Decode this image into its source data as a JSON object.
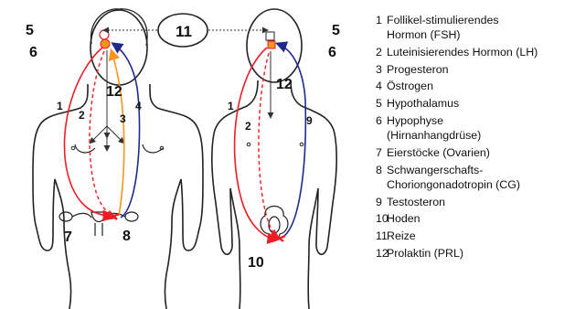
{
  "diagram": {
    "labels": {
      "female_5": "5",
      "female_6": "6",
      "female_12": "12",
      "female_1": "1",
      "female_2": "2",
      "female_3": "3",
      "female_4": "4",
      "female_7": "7",
      "female_8": "8",
      "center_11": "11",
      "male_5": "5",
      "male_6": "6",
      "male_12": "12",
      "male_1": "1",
      "male_2": "2",
      "male_9": "9",
      "male_10": "10"
    },
    "colors": {
      "fsh": "#ee1c24",
      "lh": "#ee1c24",
      "progesterone": "#f7941d",
      "estrogen": "#1f2a8f",
      "testosterone": "#1f2a8f",
      "outline": "#222222",
      "stimulus": "#333333"
    }
  },
  "legend": [
    {
      "num": "1",
      "lines": [
        "Follikel-stimulierendes",
        "Hormon (FSH)"
      ]
    },
    {
      "num": "2",
      "lines": [
        "Luteinisierendes Hormon (LH)"
      ]
    },
    {
      "num": "3",
      "lines": [
        "Progesteron"
      ]
    },
    {
      "num": "4",
      "lines": [
        "Östrogen"
      ]
    },
    {
      "num": "5",
      "lines": [
        "Hypothalamus"
      ]
    },
    {
      "num": "6",
      "lines": [
        "Hypophyse",
        "(Hirnanhangdrüse)"
      ]
    },
    {
      "num": "7",
      "lines": [
        "Eierstöcke (Ovarien)"
      ]
    },
    {
      "num": "8",
      "lines": [
        "Schwangerschafts-",
        "Choriongonadotropin (CG)"
      ]
    },
    {
      "num": "9",
      "lines": [
        "Testosteron"
      ]
    },
    {
      "num": "10",
      "lines": [
        "Hoden"
      ]
    },
    {
      "num": "11",
      "lines": [
        "Reize"
      ]
    },
    {
      "num": "12",
      "lines": [
        "Prolaktin (PRL)"
      ]
    }
  ]
}
